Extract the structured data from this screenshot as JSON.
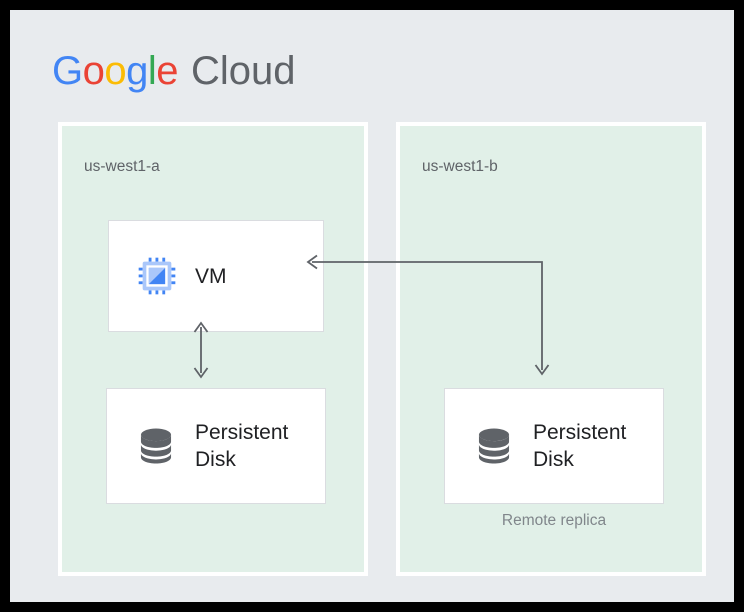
{
  "brand": {
    "name_parts": [
      "G",
      "o",
      "o",
      "g",
      "l",
      "e"
    ],
    "product": "Cloud",
    "colors": {
      "blue": "#4285f4",
      "red": "#ea4335",
      "yellow": "#fbbc05",
      "green": "#34a853",
      "gray": "#5f6368"
    }
  },
  "canvas": {
    "background": "#e8ebee",
    "zone_background": "#e1f0e8",
    "zone_border": "#ffffff",
    "node_background": "#ffffff",
    "node_border": "#dadce0",
    "arrow_color": "#5f6368"
  },
  "zones": [
    {
      "id": "us-west1-a",
      "label": "us-west1-a",
      "nodes": [
        {
          "id": "vm",
          "label": "VM",
          "icon": "cpu-icon"
        },
        {
          "id": "persistent-disk-a",
          "label": "Persistent Disk",
          "icon": "database-icon"
        }
      ],
      "caption": ""
    },
    {
      "id": "us-west1-b",
      "label": "us-west1-b",
      "nodes": [
        {
          "id": "persistent-disk-b",
          "label": "Persistent Disk",
          "icon": "database-icon"
        }
      ],
      "caption": "Remote replica"
    }
  ],
  "connections": [
    {
      "id": "vm-to-local-disk",
      "from": "vm",
      "to": "persistent-disk-a",
      "style": "double-headed-vertical"
    },
    {
      "id": "vm-to-remote-replica",
      "from": "vm",
      "to": "persistent-disk-b",
      "style": "elbow-double-headed"
    }
  ]
}
